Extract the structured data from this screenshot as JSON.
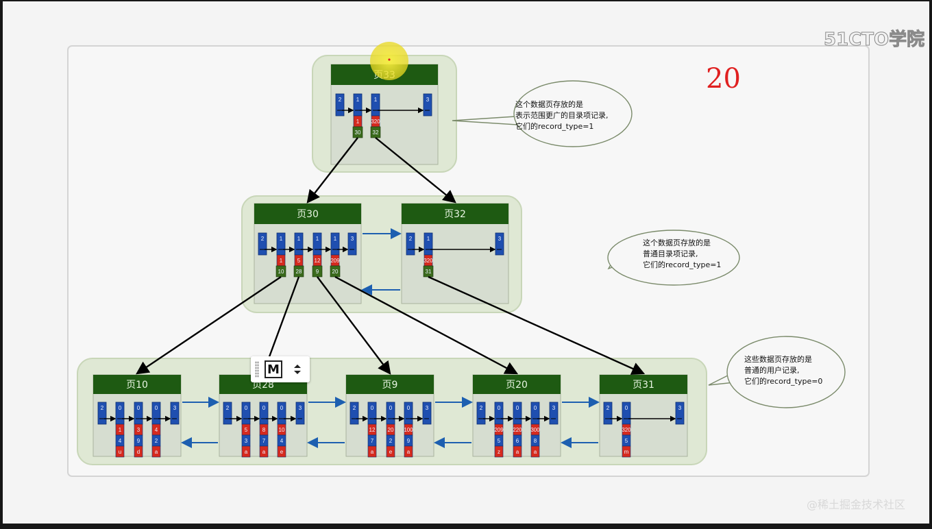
{
  "logo": {
    "text": "51CTO学院"
  },
  "watermark": {
    "text": "@稀土掘金技术社区"
  },
  "annotation": {
    "text": "20"
  },
  "toolbar": {
    "button_label": "M"
  },
  "colors": {
    "page_header": "#1e5a12",
    "blue_cell": "#1f4fb0",
    "red_cell": "#d62a1e",
    "green_cell": "#3a6a1c",
    "arrow": "#1d5fb0",
    "annotation": "#e02020"
  },
  "pages": [
    {
      "title": "页33",
      "level": "root",
      "records": [
        {
          "n_owned": "2",
          "kind": "infimum"
        },
        {
          "n_owned": "1",
          "keys": [
            "1"
          ],
          "child": "30"
        },
        {
          "n_owned": "1",
          "keys": [
            "320"
          ],
          "child": "32"
        },
        {
          "n_owned": "3",
          "kind": "supremum"
        }
      ]
    },
    {
      "title": "页30",
      "level": "mid",
      "records": [
        {
          "n_owned": "2",
          "kind": "infimum"
        },
        {
          "n_owned": "1",
          "keys": [
            "1"
          ],
          "child": "10"
        },
        {
          "n_owned": "1",
          "keys": [
            "5"
          ],
          "child": "28"
        },
        {
          "n_owned": "1",
          "keys": [
            "12"
          ],
          "child": "9"
        },
        {
          "n_owned": "1",
          "keys": [
            "209"
          ],
          "child": "20"
        },
        {
          "n_owned": "3",
          "kind": "supremum"
        }
      ]
    },
    {
      "title": "页32",
      "level": "mid",
      "records": [
        {
          "n_owned": "2",
          "kind": "infimum"
        },
        {
          "n_owned": "1",
          "keys": [
            "320"
          ],
          "child": "31"
        },
        {
          "n_owned": "3",
          "kind": "supremum"
        }
      ]
    },
    {
      "title": "页10",
      "level": "leaf",
      "records": [
        {
          "n_owned": "2",
          "kind": "infimum"
        },
        {
          "n_owned": "0",
          "keys": [
            "1",
            "4",
            "u"
          ]
        },
        {
          "n_owned": "0",
          "keys": [
            "3",
            "9",
            "d"
          ]
        },
        {
          "n_owned": "0",
          "keys": [
            "4",
            "2",
            "a"
          ]
        },
        {
          "n_owned": "3",
          "kind": "supremum"
        }
      ]
    },
    {
      "title": "页28",
      "level": "leaf",
      "records": [
        {
          "n_owned": "2",
          "kind": "infimum"
        },
        {
          "n_owned": "0",
          "keys": [
            "5",
            "3",
            "a"
          ]
        },
        {
          "n_owned": "0",
          "keys": [
            "8",
            "7",
            "a"
          ]
        },
        {
          "n_owned": "0",
          "keys": [
            "10",
            "4",
            "e"
          ]
        },
        {
          "n_owned": "3",
          "kind": "supremum"
        }
      ]
    },
    {
      "title": "页9",
      "level": "leaf",
      "records": [
        {
          "n_owned": "2",
          "kind": "infimum"
        },
        {
          "n_owned": "0",
          "keys": [
            "12",
            "7",
            "a"
          ]
        },
        {
          "n_owned": "0",
          "keys": [
            "20",
            "2",
            "e"
          ]
        },
        {
          "n_owned": "0",
          "keys": [
            "100",
            "9",
            "a"
          ]
        },
        {
          "n_owned": "3",
          "kind": "supremum"
        }
      ]
    },
    {
      "title": "页20",
      "level": "leaf",
      "records": [
        {
          "n_owned": "2",
          "kind": "infimum"
        },
        {
          "n_owned": "0",
          "keys": [
            "209",
            "5",
            "z"
          ]
        },
        {
          "n_owned": "0",
          "keys": [
            "220",
            "6",
            "a"
          ]
        },
        {
          "n_owned": "0",
          "keys": [
            "300",
            "8",
            "a"
          ]
        },
        {
          "n_owned": "3",
          "kind": "supremum"
        }
      ]
    },
    {
      "title": "页31",
      "level": "leaf",
      "records": [
        {
          "n_owned": "2",
          "kind": "infimum"
        },
        {
          "n_owned": "0",
          "keys": [
            "320",
            "5",
            "m"
          ]
        },
        {
          "n_owned": "3",
          "kind": "supremum"
        }
      ]
    }
  ],
  "bubbles": [
    {
      "lines": [
        "这个数据页存放的是",
        "表示范围更广的目录项记录,",
        "它们的record_type=1"
      ]
    },
    {
      "lines": [
        "这个数据页存放的是",
        "普通目录项记录,",
        "它们的record_type=1"
      ]
    },
    {
      "lines": [
        "这些数据页存放的是",
        "普通的用户记录,",
        "它们的record_type=0"
      ]
    }
  ]
}
